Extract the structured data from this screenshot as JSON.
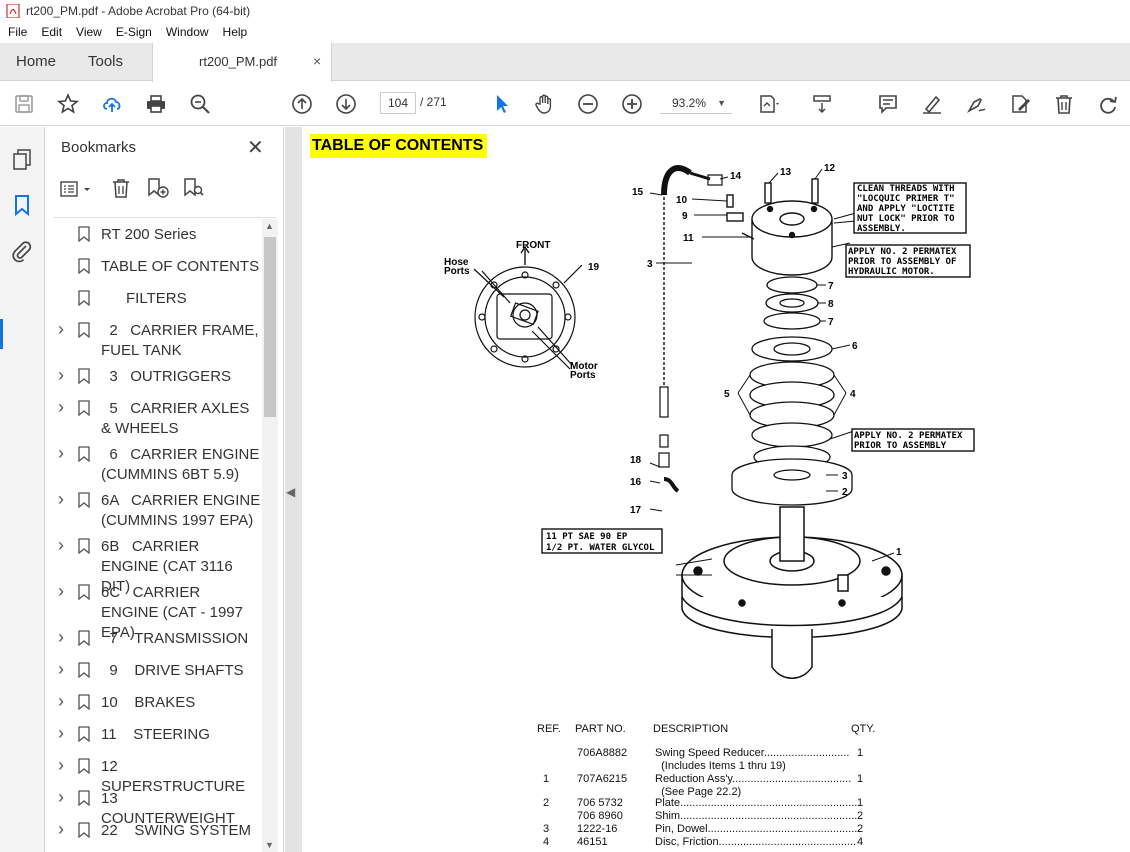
{
  "window": {
    "title": "rt200_PM.pdf - Adobe Acrobat Pro (64-bit)"
  },
  "menu": [
    "File",
    "Edit",
    "View",
    "E-Sign",
    "Window",
    "Help"
  ],
  "tabs": {
    "home": "Home",
    "tools": "Tools",
    "document": "rt200_PM.pdf",
    "close": "×"
  },
  "toolbar": {
    "page_current": "104",
    "page_total": "/  271",
    "zoom": "93.2%"
  },
  "bookmarks": {
    "title": "Bookmarks",
    "close": "✕",
    "items": [
      {
        "label": "RT 200 Series",
        "expandable": false
      },
      {
        "label": "TABLE OF CONTENTS",
        "expandable": false
      },
      {
        "label": "      FILTERS",
        "expandable": false
      },
      {
        "label": "  2   CARRIER FRAME, FUEL TANK",
        "expandable": true
      },
      {
        "label": "  3   OUTRIGGERS",
        "expandable": true
      },
      {
        "label": "  5   CARRIER AXLES & WHEELS",
        "expandable": true
      },
      {
        "label": "  6   CARRIER ENGINE (CUMMINS 6BT 5.9)",
        "expandable": true
      },
      {
        "label": "6A   CARRIER ENGINE (CUMMINS 1997 EPA)",
        "expandable": true
      },
      {
        "label": "6B   CARRIER ENGINE (CAT 3116 DIT)",
        "expandable": true
      },
      {
        "label": "6C   CARRIER ENGINE (CAT - 1997 EPA)",
        "expandable": true
      },
      {
        "label": "  7    TRANSMISSION",
        "expandable": true
      },
      {
        "label": "  9    DRIVE SHAFTS",
        "expandable": true
      },
      {
        "label": "10    BRAKES",
        "expandable": true
      },
      {
        "label": "11    STEERING",
        "expandable": true
      },
      {
        "label": "12    SUPERSTRUCTURE",
        "expandable": true
      },
      {
        "label": "13    COUNTERWEIGHT",
        "expandable": true
      },
      {
        "label": "22    SWING SYSTEM",
        "expandable": true
      }
    ]
  },
  "document": {
    "heading": "TABLE OF CONTENTS",
    "diagram": {
      "callout_1": [
        "CLEAN THREADS WITH",
        "\"LOCQUIC PRIMER T\"",
        "AND APPLY \"LOCTITE",
        "NUT LOCK\" PRIOR TO",
        "ASSEMBLY."
      ],
      "callout_2": [
        "APPLY NO. 2 PERMATEX",
        "PRIOR TO ASSEMBLY OF",
        "HYDRAULIC MOTOR."
      ],
      "callout_3": [
        "APPLY NO. 2 PERMATEX",
        "PRIOR TO ASSEMBLY"
      ],
      "callout_4": [
        "11 PT SAE 90 EP",
        "1/2 PT. WATER GLYCOL"
      ],
      "front_label": "FRONT",
      "hose_ports": [
        "Hose",
        "Ports"
      ],
      "motor_ports": [
        "Motor",
        "Ports"
      ],
      "numbers": [
        "15",
        "14",
        "13",
        "12",
        "10",
        "9",
        "11",
        "3",
        "19",
        "7",
        "8",
        "7",
        "6",
        "5",
        "4",
        "18",
        "16",
        "3",
        "2",
        "17",
        "1"
      ]
    },
    "parts_header": {
      "ref": "REF.",
      "part": "PART NO.",
      "desc": "DESCRIPTION",
      "qty": "QTY."
    },
    "parts": [
      {
        "ref": "",
        "part": "706A8882",
        "desc": "Swing Speed Reducer............................",
        "qty": "1"
      },
      {
        "ref": "",
        "part": "",
        "desc": "  (Includes Items 1 thru 19)",
        "qty": ""
      },
      {
        "ref": "1",
        "part": "707A6215",
        "desc": "Reduction Ass'y.......................................",
        "qty": "1"
      },
      {
        "ref": "",
        "part": "",
        "desc": "  (See Page 22.2)",
        "qty": ""
      },
      {
        "ref": "2",
        "part": "706 5732",
        "desc": "Plate..........................................................",
        "qty": "1"
      },
      {
        "ref": "",
        "part": "706 8960",
        "desc": "Shim...........................................................",
        "qty": "2"
      },
      {
        "ref": "3",
        "part": "1222-16",
        "desc": "Pin, Dowel..................................................",
        "qty": "2"
      },
      {
        "ref": "4",
        "part": "46151",
        "desc": "Disc, Friction.............................................",
        "qty": "4"
      }
    ]
  },
  "colors": {
    "accent": "#1473e6",
    "highlight": "#ffff00",
    "tab_bg": "#e9e9e9"
  }
}
